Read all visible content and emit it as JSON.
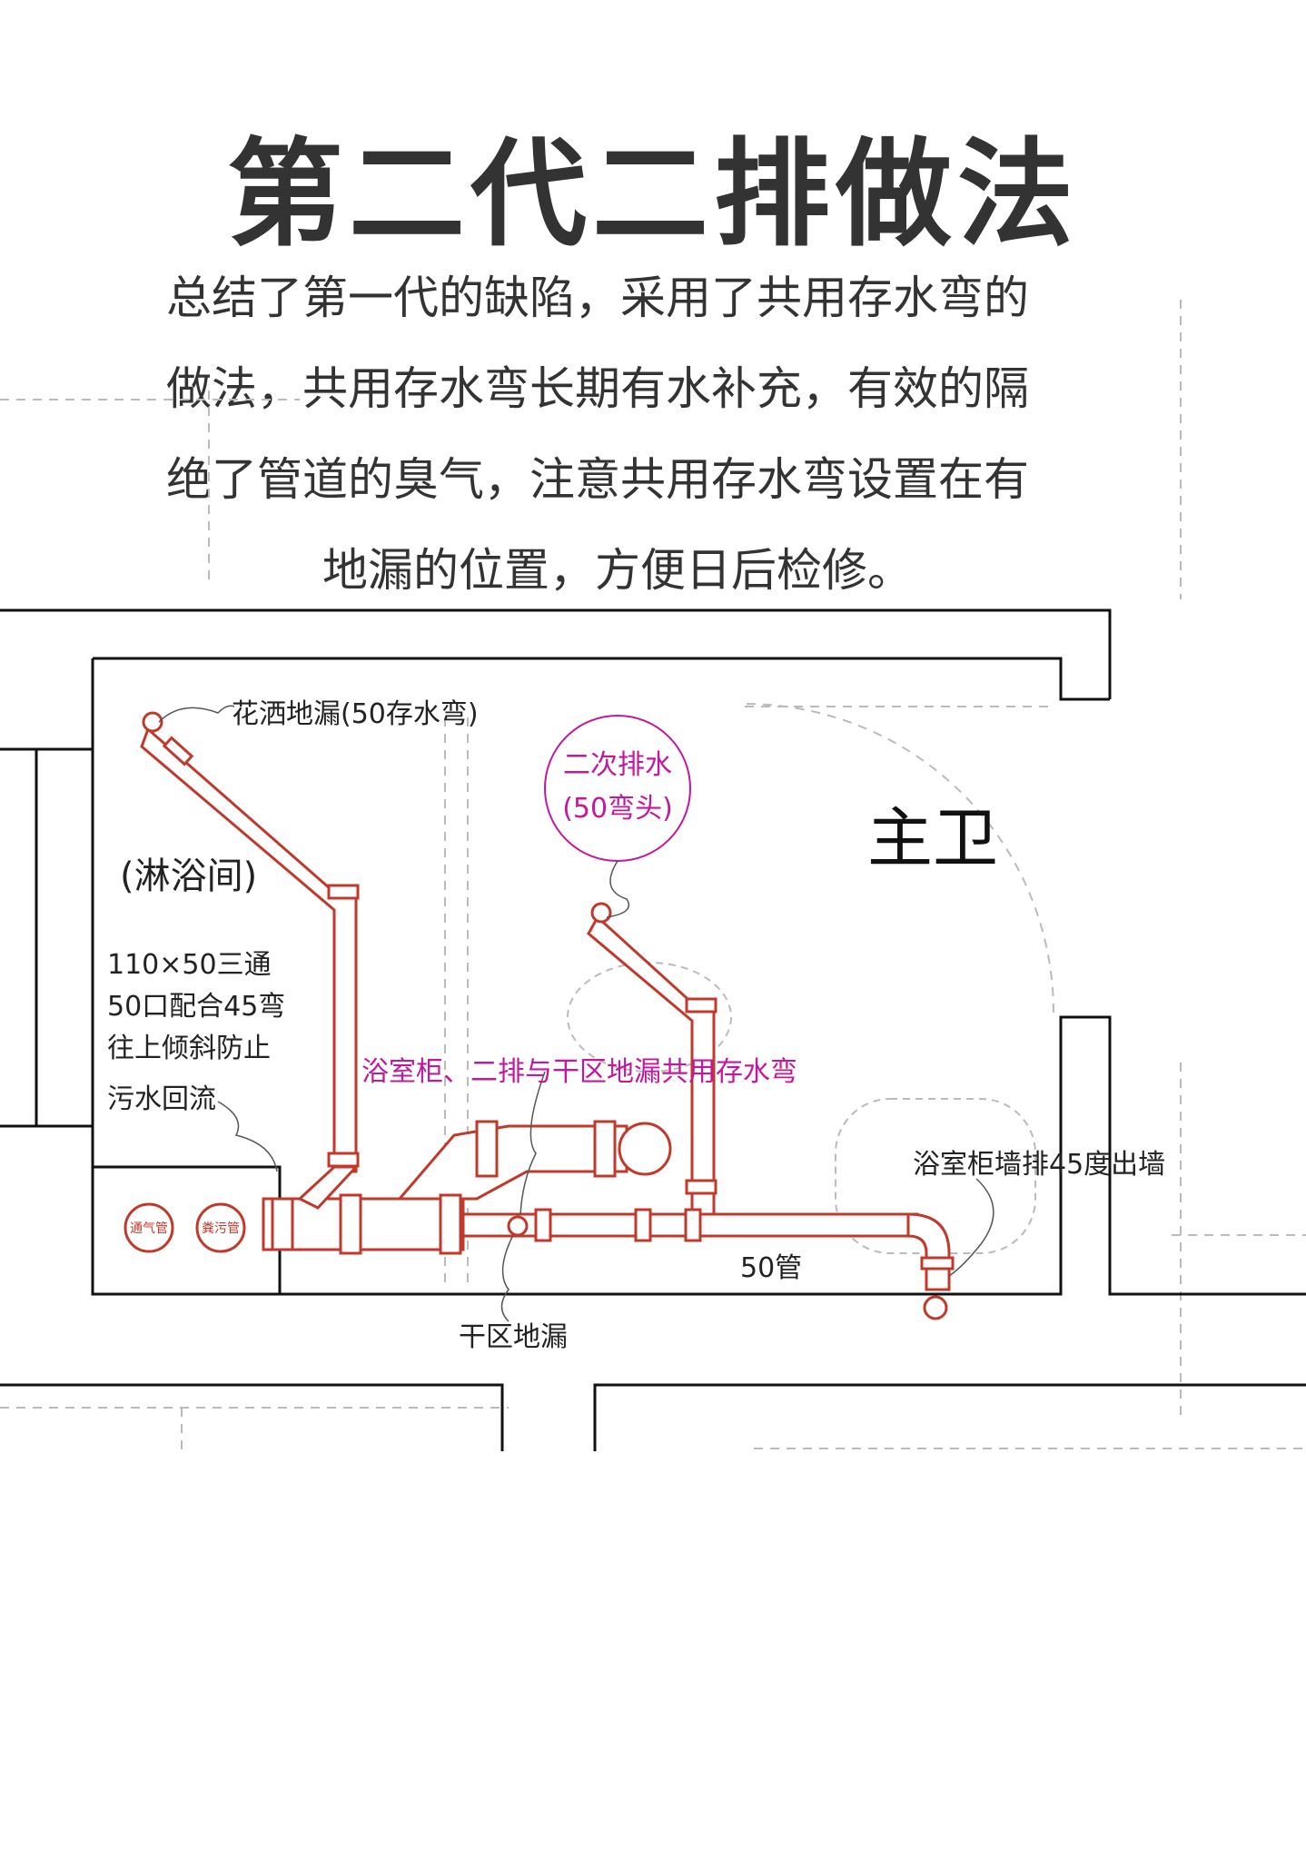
{
  "title": "第二代二排做法",
  "description": [
    "总结了第一代的缺陷，采用了共用存水弯的",
    "做法，共用存水弯长期有水补充，有效的隔",
    "绝了管道的臭气，注意共用存水弯设置在有",
    "地漏的位置，方便日后检修。"
  ],
  "diagram": {
    "labels": {
      "shower_drain": "花洒地漏(50存水弯)",
      "shower_room": "(淋浴间)",
      "tee_note": [
        "110×50三通",
        "50口配合45弯",
        "往上倾斜防止",
        "污水回流"
      ],
      "secondary_drain": [
        "二次排水",
        "(50弯头)"
      ],
      "master_bath": "主卫",
      "shared_trap": "浴室柜、二排与干区地漏共用存水弯",
      "cabinet_wall": "浴室柜墙排45度出墙",
      "pipe_50": "50管",
      "dry_drain": "干区地漏",
      "vent_pipe": "通气管",
      "sewage_pipe": "粪污管"
    },
    "colors": {
      "pipe": "#c0392b",
      "magenta": "#c2189e",
      "wall": "#111111",
      "dashed": "#b5b5b5"
    }
  }
}
